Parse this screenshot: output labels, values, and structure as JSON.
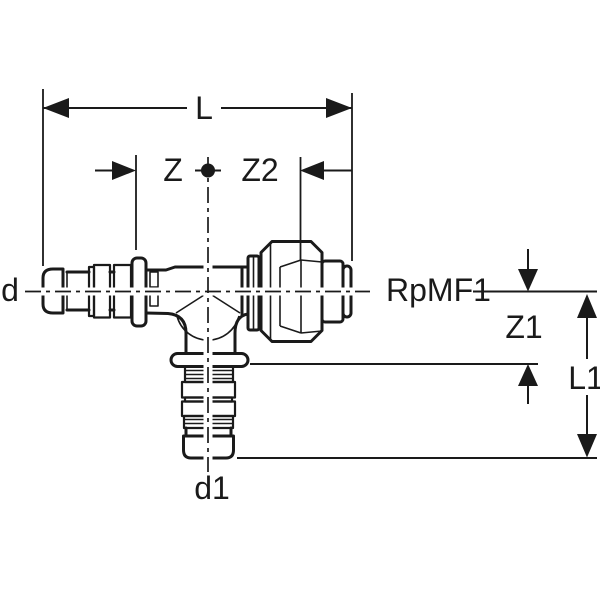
{
  "drawing": {
    "kind": "technical dimension drawing",
    "subject": "tee pipe fitting with two press-fit ends and one female threaded union",
    "colors": {
      "line": "#1a1a1a",
      "background": "#ffffff"
    },
    "labels": {
      "overall_length": "L",
      "offset_left": "Z",
      "offset_right": "Z2",
      "left_connection": "d",
      "thread_connection": "RpMF1",
      "branch_offset": "Z1",
      "branch_length": "L1",
      "branch_connection": "d1"
    }
  }
}
